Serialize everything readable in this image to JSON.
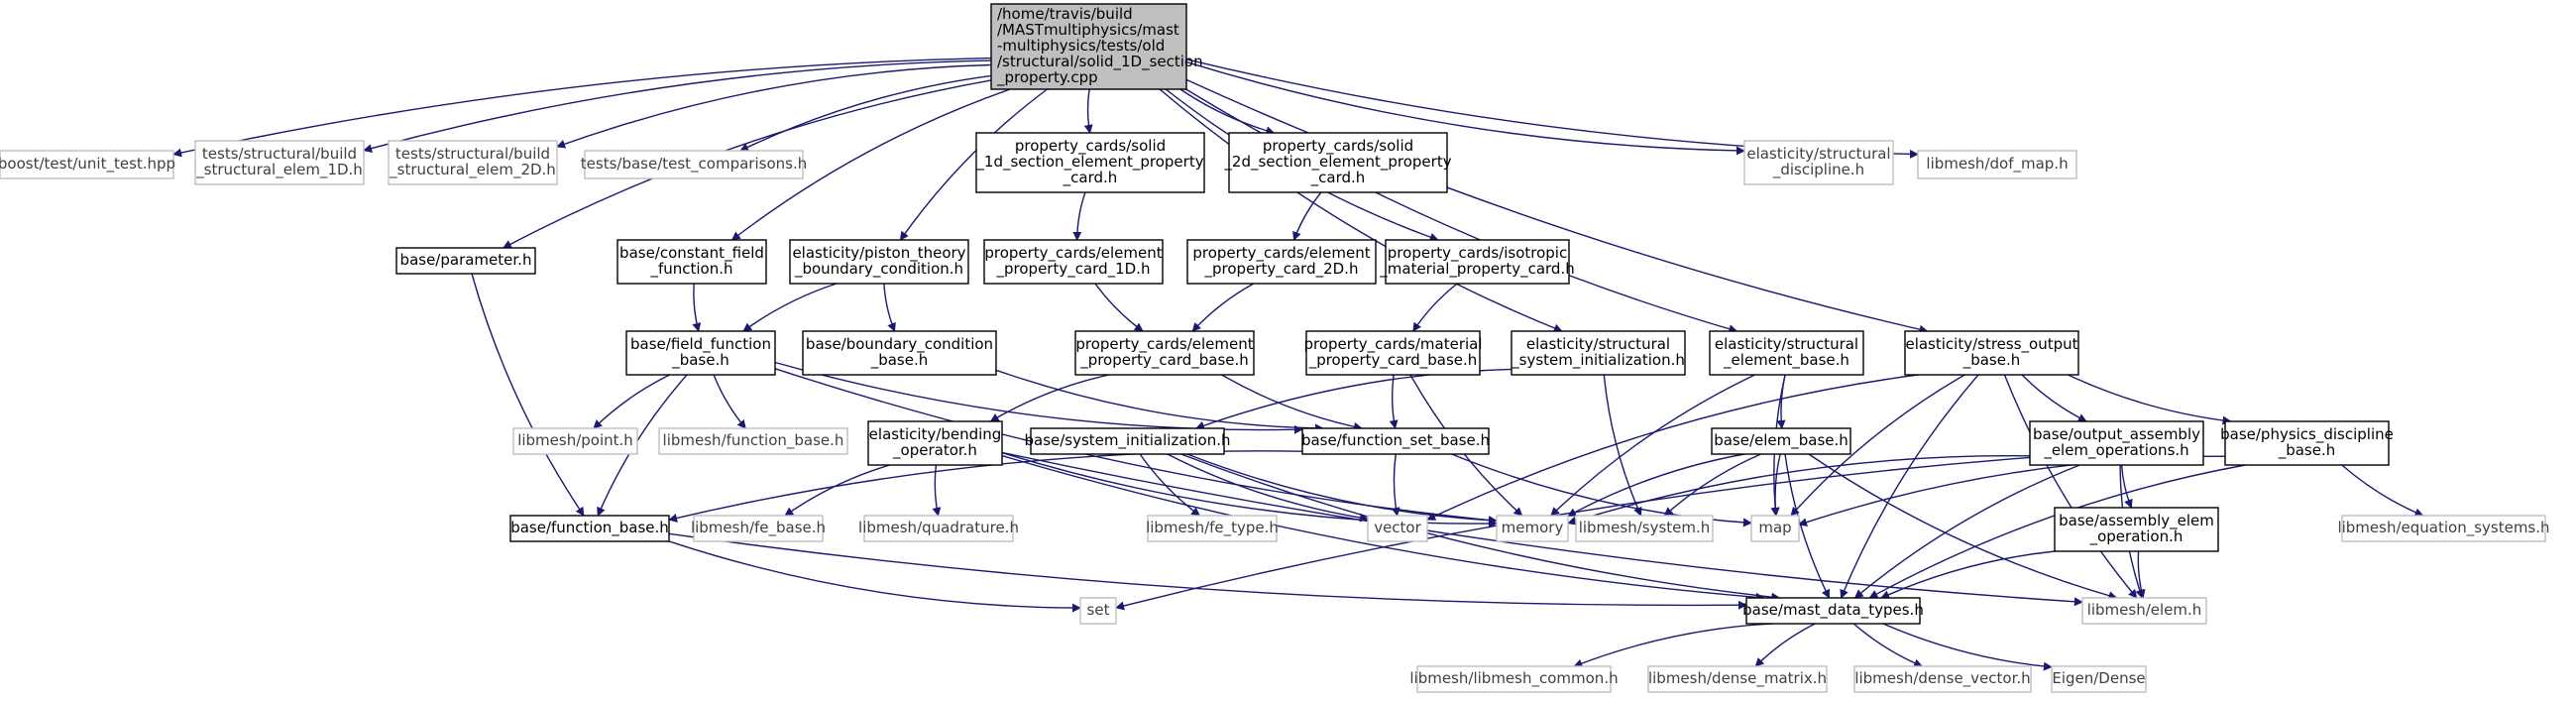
{
  "colors": {
    "edge": "#191970",
    "root_fill": "#bfbfbf",
    "box_stroke": "#000000",
    "leaf_stroke": "#bfbfbf",
    "text": "#000000",
    "leaf_text": "#404040"
  },
  "nodes": {
    "root": {
      "lines": [
        "/home/travis/build",
        "/MASTmultiphysics/mast",
        "-multiphysics/tests/old",
        "/structural/solid_1D_section",
        "_property.cpp"
      ],
      "kind": "root"
    },
    "unit_test": {
      "lines": [
        "boost/test/unit_test.hpp"
      ],
      "kind": "leaf"
    },
    "build1d": {
      "lines": [
        "tests/structural/build",
        "_structural_elem_1D.h"
      ],
      "kind": "leaf"
    },
    "build2d": {
      "lines": [
        "tests/structural/build",
        "_structural_elem_2D.h"
      ],
      "kind": "leaf"
    },
    "testcmp": {
      "lines": [
        "tests/base/test_comparisons.h"
      ],
      "kind": "leaf"
    },
    "solid1d": {
      "lines": [
        "property_cards/solid",
        "_1d_section_element_property",
        "_card.h"
      ],
      "kind": "box"
    },
    "solid2d": {
      "lines": [
        "property_cards/solid",
        "_2d_section_element_property",
        "_card.h"
      ],
      "kind": "box"
    },
    "structdisc": {
      "lines": [
        "elasticity/structural",
        "_discipline.h"
      ],
      "kind": "leaf"
    },
    "dofmap": {
      "lines": [
        "libmesh/dof_map.h"
      ],
      "kind": "leaf"
    },
    "parameter": {
      "lines": [
        "base/parameter.h"
      ],
      "kind": "box"
    },
    "constfield": {
      "lines": [
        "base/constant_field",
        "_function.h"
      ],
      "kind": "box"
    },
    "piston": {
      "lines": [
        "elasticity/piston_theory",
        "_boundary_condition.h"
      ],
      "kind": "box"
    },
    "elem1d": {
      "lines": [
        "property_cards/element",
        "_property_card_1D.h"
      ],
      "kind": "box"
    },
    "elem2d": {
      "lines": [
        "property_cards/element",
        "_property_card_2D.h"
      ],
      "kind": "box"
    },
    "isotropic": {
      "lines": [
        "property_cards/isotropic",
        "_material_property_card.h"
      ],
      "kind": "box"
    },
    "fieldfn": {
      "lines": [
        "base/field_function",
        "_base.h"
      ],
      "kind": "box"
    },
    "bcbase": {
      "lines": [
        "base/boundary_condition",
        "_base.h"
      ],
      "kind": "box"
    },
    "elempcb": {
      "lines": [
        "property_cards/element",
        "_property_card_base.h"
      ],
      "kind": "box"
    },
    "matpcb": {
      "lines": [
        "property_cards/material",
        "_property_card_base.h"
      ],
      "kind": "box"
    },
    "structsys": {
      "lines": [
        "elasticity/structural",
        "_system_initialization.h"
      ],
      "kind": "box"
    },
    "structelem": {
      "lines": [
        "elasticity/structural",
        "_element_base.h"
      ],
      "kind": "box"
    },
    "stressout": {
      "lines": [
        "elasticity/stress_output",
        "_base.h"
      ],
      "kind": "box"
    },
    "point": {
      "lines": [
        "libmesh/point.h"
      ],
      "kind": "leaf"
    },
    "lfnbase": {
      "lines": [
        "libmesh/function_base.h"
      ],
      "kind": "leaf"
    },
    "bending": {
      "lines": [
        "elasticity/bending",
        "_operator.h"
      ],
      "kind": "box"
    },
    "sysinit": {
      "lines": [
        "base/system_initialization.h"
      ],
      "kind": "box"
    },
    "fnset": {
      "lines": [
        "base/function_set_base.h"
      ],
      "kind": "box"
    },
    "elembase": {
      "lines": [
        "base/elem_base.h"
      ],
      "kind": "box"
    },
    "outasm": {
      "lines": [
        "base/output_assembly",
        "_elem_operations.h"
      ],
      "kind": "box"
    },
    "physdisc": {
      "lines": [
        "base/physics_discipline",
        "_base.h"
      ],
      "kind": "box"
    },
    "fnbase": {
      "lines": [
        "base/function_base.h"
      ],
      "kind": "box"
    },
    "febase": {
      "lines": [
        "libmesh/fe_base.h"
      ],
      "kind": "leaf"
    },
    "quad": {
      "lines": [
        "libmesh/quadrature.h"
      ],
      "kind": "leaf"
    },
    "fetype": {
      "lines": [
        "libmesh/fe_type.h"
      ],
      "kind": "leaf"
    },
    "vector": {
      "lines": [
        "vector"
      ],
      "kind": "leaf"
    },
    "memory": {
      "lines": [
        "memory"
      ],
      "kind": "leaf"
    },
    "lsystem": {
      "lines": [
        "libmesh/system.h"
      ],
      "kind": "leaf"
    },
    "map": {
      "lines": [
        "map"
      ],
      "kind": "leaf"
    },
    "asmelem": {
      "lines": [
        "base/assembly_elem",
        "_operation.h"
      ],
      "kind": "box"
    },
    "eqsys": {
      "lines": [
        "libmesh/equation_systems.h"
      ],
      "kind": "leaf"
    },
    "set": {
      "lines": [
        "set"
      ],
      "kind": "leaf"
    },
    "mast": {
      "lines": [
        "base/mast_data_types.h"
      ],
      "kind": "box"
    },
    "lelem": {
      "lines": [
        "libmesh/elem.h"
      ],
      "kind": "leaf"
    },
    "lcommon": {
      "lines": [
        "libmesh/libmesh_common.h"
      ],
      "kind": "leaf"
    },
    "densemat": {
      "lines": [
        "libmesh/dense_matrix.h"
      ],
      "kind": "leaf"
    },
    "densevec": {
      "lines": [
        "libmesh/dense_vector.h"
      ],
      "kind": "leaf"
    },
    "eigen": {
      "lines": [
        "Eigen/Dense"
      ],
      "kind": "leaf"
    }
  },
  "edges": [
    [
      "root",
      "unit_test"
    ],
    [
      "root",
      "build1d"
    ],
    [
      "root",
      "build2d"
    ],
    [
      "root",
      "testcmp"
    ],
    [
      "root",
      "parameter"
    ],
    [
      "root",
      "constfield"
    ],
    [
      "root",
      "piston"
    ],
    [
      "root",
      "solid1d"
    ],
    [
      "root",
      "solid2d"
    ],
    [
      "root",
      "isotropic"
    ],
    [
      "root",
      "structsys"
    ],
    [
      "root",
      "structelem"
    ],
    [
      "root",
      "stressout"
    ],
    [
      "root",
      "structdisc"
    ],
    [
      "root",
      "dofmap"
    ],
    [
      "solid1d",
      "elem1d"
    ],
    [
      "solid2d",
      "elem2d"
    ],
    [
      "elem1d",
      "elempcb"
    ],
    [
      "elem2d",
      "elempcb"
    ],
    [
      "isotropic",
      "matpcb"
    ],
    [
      "parameter",
      "fnbase"
    ],
    [
      "constfield",
      "fieldfn"
    ],
    [
      "piston",
      "fieldfn"
    ],
    [
      "piston",
      "bcbase"
    ],
    [
      "fieldfn",
      "fnbase"
    ],
    [
      "fieldfn",
      "point"
    ],
    [
      "fieldfn",
      "lfnbase"
    ],
    [
      "fieldfn",
      "fnset"
    ],
    [
      "fieldfn",
      "memory"
    ],
    [
      "bcbase",
      "fnset"
    ],
    [
      "elempcb",
      "bending"
    ],
    [
      "elempcb",
      "fnset"
    ],
    [
      "matpcb",
      "fnset"
    ],
    [
      "matpcb",
      "memory"
    ],
    [
      "structsys",
      "sysinit"
    ],
    [
      "structsys",
      "lsystem"
    ],
    [
      "structelem",
      "elembase"
    ],
    [
      "structelem",
      "memory"
    ],
    [
      "structelem",
      "map"
    ],
    [
      "stressout",
      "vector"
    ],
    [
      "stressout",
      "map"
    ],
    [
      "stressout",
      "mast"
    ],
    [
      "stressout",
      "outasm"
    ],
    [
      "stressout",
      "physdisc"
    ],
    [
      "stressout",
      "lelem"
    ],
    [
      "bending",
      "febase"
    ],
    [
      "bending",
      "quad"
    ],
    [
      "bending",
      "memory"
    ],
    [
      "bending",
      "mast"
    ],
    [
      "bending",
      "lelem"
    ],
    [
      "sysinit",
      "fetype"
    ],
    [
      "sysinit",
      "vector"
    ],
    [
      "sysinit",
      "memory"
    ],
    [
      "sysinit",
      "mast"
    ],
    [
      "fnset",
      "fnbase"
    ],
    [
      "fnset",
      "vector"
    ],
    [
      "fnset",
      "map"
    ],
    [
      "elembase",
      "memory"
    ],
    [
      "elembase",
      "lsystem"
    ],
    [
      "elembase",
      "map"
    ],
    [
      "elembase",
      "mast"
    ],
    [
      "elembase",
      "lelem"
    ],
    [
      "outasm",
      "memory"
    ],
    [
      "outasm",
      "asmelem"
    ],
    [
      "outasm",
      "set"
    ],
    [
      "outasm",
      "mast"
    ],
    [
      "outasm",
      "lelem"
    ],
    [
      "physdisc",
      "map"
    ],
    [
      "physdisc",
      "eqsys"
    ],
    [
      "physdisc",
      "mast"
    ],
    [
      "fnbase",
      "set"
    ],
    [
      "fnbase",
      "mast"
    ],
    [
      "asmelem",
      "mast"
    ],
    [
      "asmelem",
      "lelem"
    ],
    [
      "mast",
      "lcommon"
    ],
    [
      "mast",
      "densemat"
    ],
    [
      "mast",
      "densevec"
    ],
    [
      "mast",
      "eigen"
    ]
  ]
}
